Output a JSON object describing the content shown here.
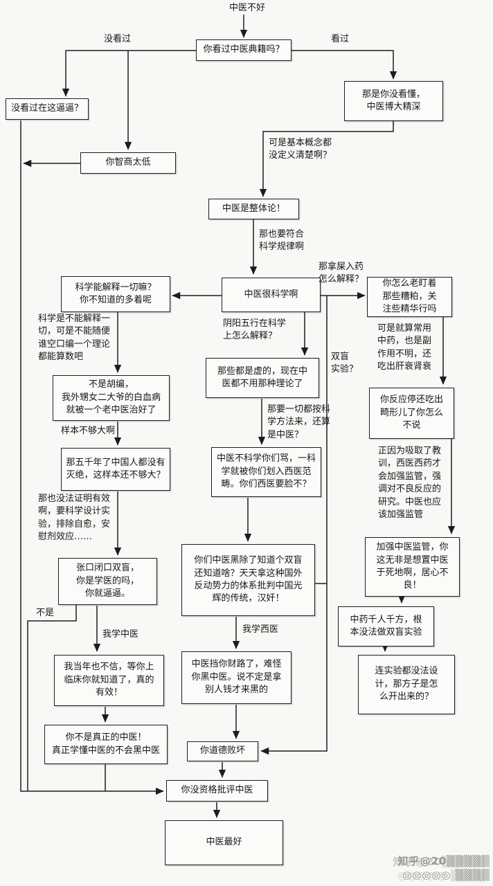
{
  "colors": {
    "ink": "#161616",
    "paper": "#f8f8f6",
    "box_fill": "#fbfbf9",
    "watermark": "#979795"
  },
  "nodes": {
    "start": "中医不好",
    "q_read": "你看过中医典籍吗？",
    "didnt_understand": "那是你没看懂，\n中医博大精深",
    "bibi": "没看过在这逼逼？",
    "iq": "你智商太低",
    "holism": "中医是整体论！",
    "sci_explain": "科学能解释一切嘛？\n你不知道的多着呢",
    "tcm_sci": "中医很科学啊",
    "essence": "你怎么老盯着\n那些糟粕，关\n注些精华行吗",
    "leukemia": "不是胡编，\n我外甥女二大爷的白血病\n就被一个老中医治好了",
    "five_thousand": "那五千年了中国人都没有\n灭绝，这样本还不够大？",
    "shuangmang": "张口闭口双盲，\n你是学医的吗，\n你就逼逼。",
    "clinical": "我当年也不信，等你上\n临床你就知道了，真的\n有效！",
    "money": "中医挡你财路了，难怪\n你黑中医。说不定是拿\n别人钱才来黑的",
    "not_real": "你不是真正的中医！\n真正学懂中医的不会黑中医",
    "moral": "你道德败坏",
    "no_right": "你没资格批评中医",
    "best": "中医最好",
    "virtual": "那些都是虚的，现在中\n医都不用那种理论了",
    "category": "中医不科学你们骂，一科\n学就被你们划入西医范\n畴。你们西医要脸不？",
    "hanjian": "你们中医黑除了知道个双盲\n还知道啥？天天拿这种国外\n反动势力的体系批判中国光\n辉的传统，汉奸！",
    "thalidomide": "你反应停还吃出\n畸形儿了你怎么\n不说",
    "kill_tcm": "加强中医监管，你\n这无非是想置中医\n于死地啊，居心不\n良！",
    "thousand": "中药千人千方，根\n本没法做双盲实验",
    "how_prescribe": "连实验都没法设\n计，那方子是怎\n么开出来的？"
  },
  "labels": {
    "not_read": "没看过",
    "read": "看过",
    "concepts": "可是基本概念都\n没定义清楚啊？",
    "law": "那也要符合\n科学规律啊",
    "shit": "那拿屎入药\n怎么解释？",
    "not_all": "科学是不能解释一\n切，可是不能随便\n谁空口编一个理论\n都能算数吧",
    "sample": "样本不够大啊",
    "prove": "那也没法证明有效\n啊，要科学设计实\n验，排除自愈，安\n慰剂效应……",
    "no": "不是",
    "learn_tcm": "我学中医",
    "learn_west": "我学西医",
    "yinyang": "阴阳五行在科学\n上怎么解释？",
    "blind": "双盲\n实验？",
    "sci_method": "那要一切都按科\n学方法来，还算\n是中医？",
    "side_effect": "可是就算常用\n中药，也是副\n作用不明，还\n吃出肝衰肾衰",
    "regulation": "正因为吸取了教\n训，西医西药才\n会加强监管，强\n调对不良反应的\n研究。中医也应\n该加强监管"
  },
  "watermark": {
    "line1": "知乎@20▒▒▒▒▒",
    "line2": "◎◎◎◎◎ ▒▒▒▒"
  }
}
